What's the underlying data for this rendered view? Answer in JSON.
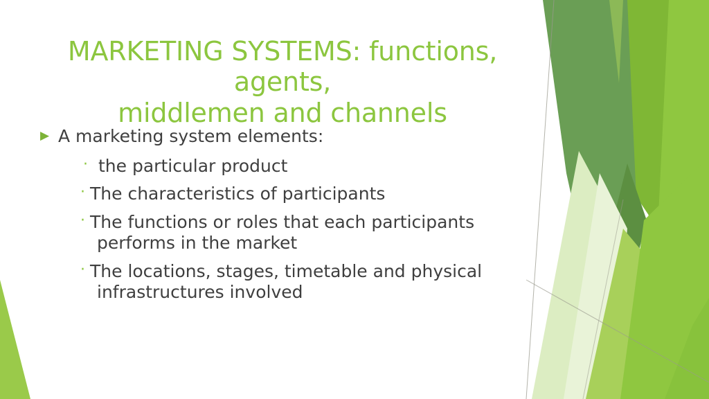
{
  "slide": {
    "background_color": "#FFFFFF",
    "title": {
      "text": "MARKETING SYSTEMS: functions, agents,\nmiddlemen and channels",
      "color": "#8CC63F"
    },
    "body": {
      "text_color": "#3F3F3F",
      "items": [
        {
          "level": 1,
          "marker": "triangle-bullet",
          "marker_glyph": "▶",
          "marker_color": "#7DB338",
          "text": "A marketing system elements:",
          "continuation": ""
        },
        {
          "level": 2,
          "marker": "dot-bullet",
          "marker_glyph": "·",
          "marker_color": "#8CC63F",
          "spaced": true,
          "text": "the particular product",
          "continuation": ""
        },
        {
          "level": 2,
          "marker": "dot-bullet",
          "marker_glyph": "·",
          "marker_color": "#8CC63F",
          "spaced": false,
          "text": "The characteristics of participants",
          "continuation": ""
        },
        {
          "level": 2,
          "marker": "dot-bullet",
          "marker_glyph": "·",
          "marker_color": "#8CC63F",
          "spaced": false,
          "text": "The functions or roles that each participants",
          "continuation": "performs in the market"
        },
        {
          "level": 2,
          "marker": "dot-bullet",
          "marker_glyph": "·",
          "marker_color": "#8CC63F",
          "spaced": false,
          "text": "The locations, stages, timetable and physical",
          "continuation": "infrastructures involved"
        }
      ]
    },
    "decoration": {
      "name": "facet-green-corner-graphic",
      "colors": {
        "dark_green": "#6A9E55",
        "deep_green": "#5C8F41",
        "mid_green": "#7FB735",
        "bright_green": "#8FC740",
        "light_green": "#A8D05A",
        "pale_green": "#DCEDC2",
        "paler_green": "#E9F3D8",
        "hairline": "#9A9A8E"
      }
    }
  }
}
